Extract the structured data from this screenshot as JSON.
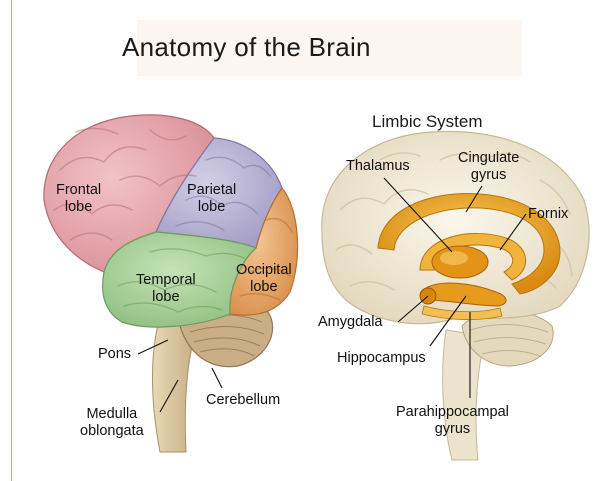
{
  "title": "Anatomy of the Brain",
  "subtitle": "Limbic System",
  "lobes": {
    "frontal": "Frontal\nlobe",
    "parietal": "Parietal\nlobe",
    "temporal": "Temporal\nlobe",
    "occipital": "Occipital\nlobe"
  },
  "left_labels": {
    "pons": "Pons",
    "medulla": "Medulla\noblongata",
    "cerebellum": "Cerebellum"
  },
  "limbic_labels": {
    "thalamus": "Thalamus",
    "cingulate": "Cingulate\ngyrus",
    "fornix": "Fornix",
    "amygdala": "Amygdala",
    "hippocampus": "Hippocampus",
    "parahippocampal": "Parahippocampal\ngyrus"
  },
  "colors": {
    "frontal": "#e7a6ac",
    "parietal": "#b9b4d4",
    "temporal": "#a6cf98",
    "occipital": "#e9a768",
    "brainstem": "#d9c9a3",
    "cerebellum": "#c9ae86",
    "limbic_brain": "#f1ead8",
    "limbic": "#e8a623"
  }
}
